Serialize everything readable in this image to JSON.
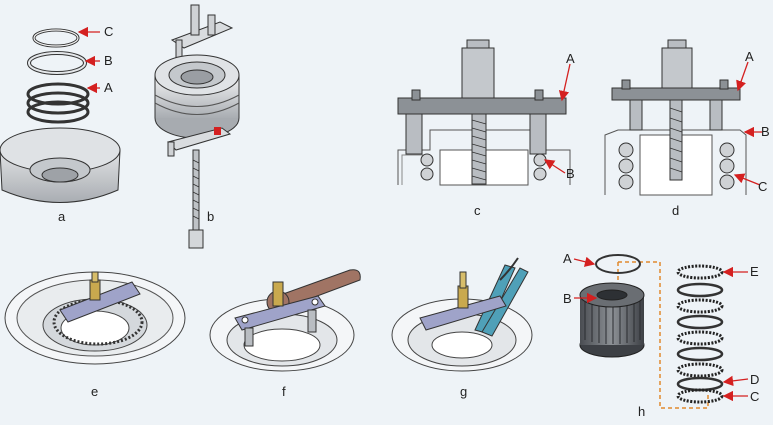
{
  "panels": {
    "a": {
      "caption": "a",
      "labels": {
        "A": "A",
        "B": "B",
        "C": "C"
      }
    },
    "b": {
      "caption": "b"
    },
    "c": {
      "caption": "c",
      "labels": {
        "A": "A",
        "B": "B"
      }
    },
    "d": {
      "caption": "d",
      "labels": {
        "A": "A",
        "B": "B",
        "C": "C"
      }
    },
    "e": {
      "caption": "e"
    },
    "f": {
      "caption": "f"
    },
    "g": {
      "caption": "g"
    },
    "h": {
      "caption": "h",
      "labels": {
        "A": "A",
        "B": "B",
        "C": "C",
        "D": "D",
        "E": "E"
      }
    }
  },
  "colors": {
    "background": "#eef3f7",
    "arrow": "#d42020",
    "line": "#333333",
    "metal_light": "#e4e7ea",
    "metal_mid": "#b9bdc2",
    "metal_dark": "#8c9196",
    "tool_plate": "#9fa3c9",
    "brass": "#c9a94e",
    "dashed_guide": "#e08a2e"
  }
}
